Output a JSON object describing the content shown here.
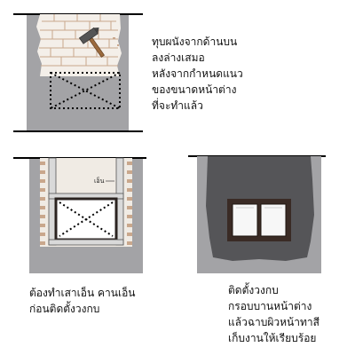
{
  "step1": {
    "caption_lines": [
      "ทุบผนังจากด้านบน",
      "ลงล่างเสมอ",
      "หลังจากกำหนดแนว",
      "ของขนาดหน้าต่าง",
      "ที่จะทำแล้ว"
    ]
  },
  "step2": {
    "tag_label": "เอ็น",
    "caption_lines": [
      "ต้องทำเสาเอ็น  คานเอ็น",
      "ก่อนติดตั้งวงกบ"
    ]
  },
  "step3": {
    "caption_lines": [
      "ติดตั้งวงกบ",
      "กรอบบานหน้าต่าง",
      "แล้วฉาบผิวหน้าทาสี",
      "เก็บงานให้เรียบร้อย"
    ]
  },
  "colors": {
    "wall_gray": "#a3a3a6",
    "dark_plaster": "#555558",
    "brick": "#c9a78c",
    "hammer_handle": "#9b6a3d"
  }
}
